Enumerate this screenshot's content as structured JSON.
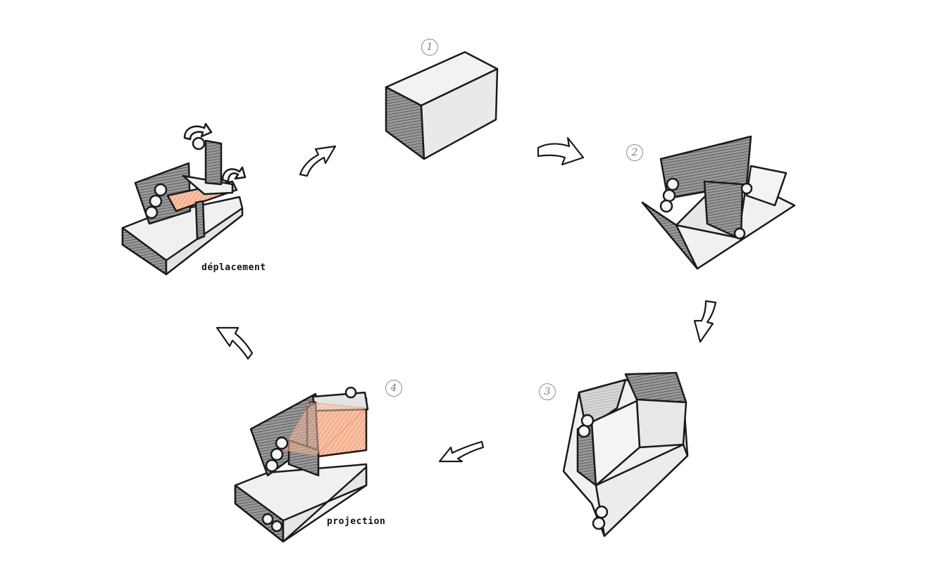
{
  "steps": [
    {
      "number": "1",
      "caption": ""
    },
    {
      "number": "2",
      "caption": ""
    },
    {
      "number": "3",
      "caption": ""
    },
    {
      "number": "4",
      "caption": "projection"
    }
  ],
  "state_deplacement": {
    "caption": "déplacement"
  },
  "colors": {
    "ink": "#1a1a1a",
    "shade_dark": "#5a5a5a",
    "shade_mid": "#9a9a9a",
    "face_light": "#efefef",
    "light_beam": "#f08a5d",
    "number_grey": "#8a8a8a"
  },
  "icons": [
    "flow-arrow-icon",
    "rotate-arrow-icon",
    "cylinder-hinge-icon"
  ]
}
